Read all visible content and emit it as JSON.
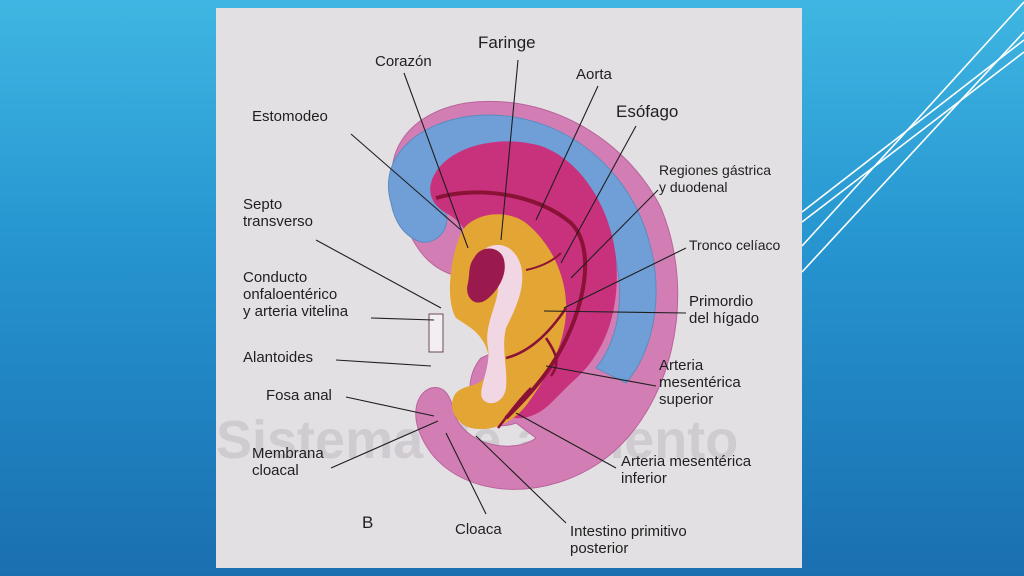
{
  "panel_letter": "B",
  "watermark": "Sistema de alimento",
  "labels": {
    "corazon": "Corazón",
    "faringe": "Faringe",
    "aorta": "Aorta",
    "esofago": "Esófago",
    "estomodeo": "Estomodeo",
    "regiones": "Regiones gástrica\ny duodenal",
    "septo": "Septo\ntransverso",
    "tronco": "Tronco celíaco",
    "conducto": "Conducto\nonfaloentérico\ny arteria vitelina",
    "primordio": "Primordio\ndel hígado",
    "alantoides": "Alantoides",
    "arteria_sup": "Arteria\nmesentérica\nsuperior",
    "fosa": "Fosa anal",
    "membrana": "Membrana\ncloacal",
    "arteria_inf": "Arteria mesentérica\ninferior",
    "cloaca": "Cloaca",
    "intestino": "Intestino primitivo\nposterior"
  },
  "colors": {
    "background_top": "#3fb6e2",
    "background_bottom": "#1a6fb0",
    "ectoderm": "#d27eb4",
    "neural_tube": "#6f9fd6",
    "endoderm_yellow": "#e3a534",
    "mesoderm_magenta": "#b8246a",
    "vessels": "#8a1236"
  }
}
